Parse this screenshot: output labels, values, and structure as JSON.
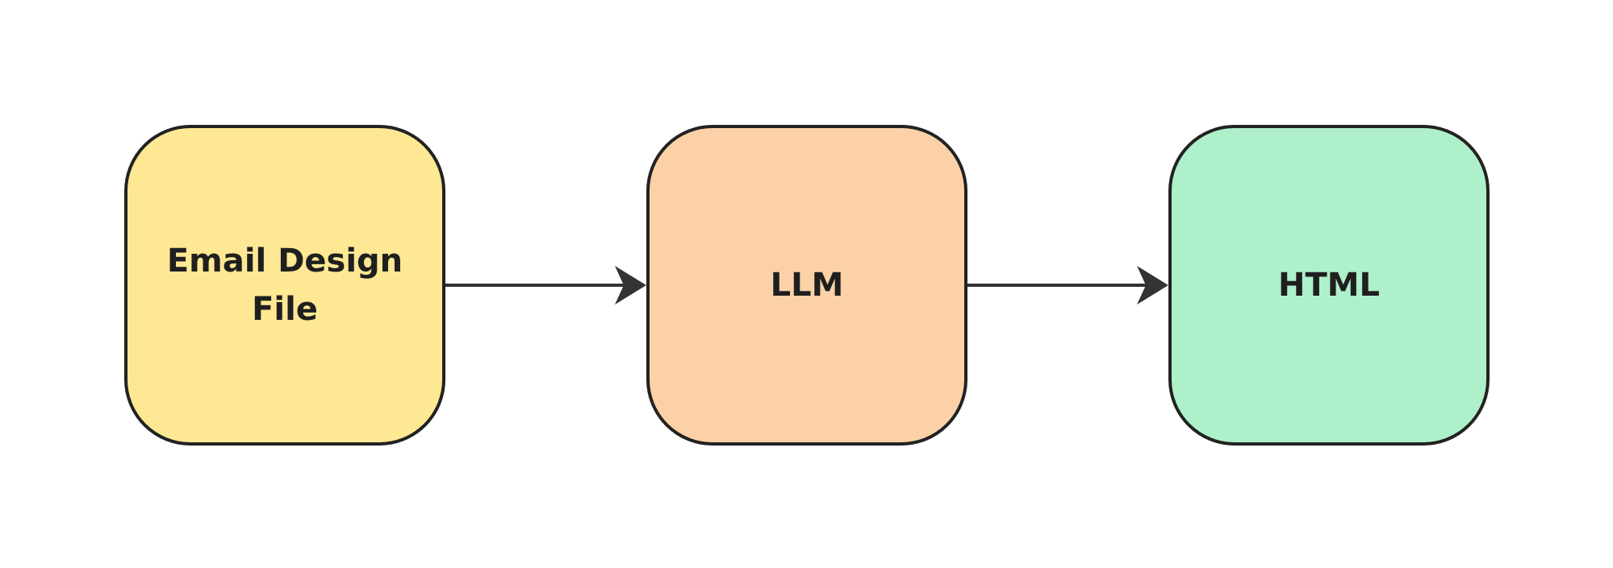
{
  "diagram": {
    "nodes": [
      {
        "id": "node-1",
        "label": "Email Design File",
        "fill": "#fee894"
      },
      {
        "id": "node-2",
        "label": "LLM",
        "fill": "#fdd1a8"
      },
      {
        "id": "node-3",
        "label": "HTML",
        "fill": "#aef0c9"
      }
    ],
    "edges": [
      {
        "from": "Email Design File",
        "to": "LLM"
      },
      {
        "from": "LLM",
        "to": "HTML"
      }
    ],
    "colors": {
      "stroke": "#222222",
      "arrow": "#333333",
      "text": "#1f1f1f"
    }
  }
}
